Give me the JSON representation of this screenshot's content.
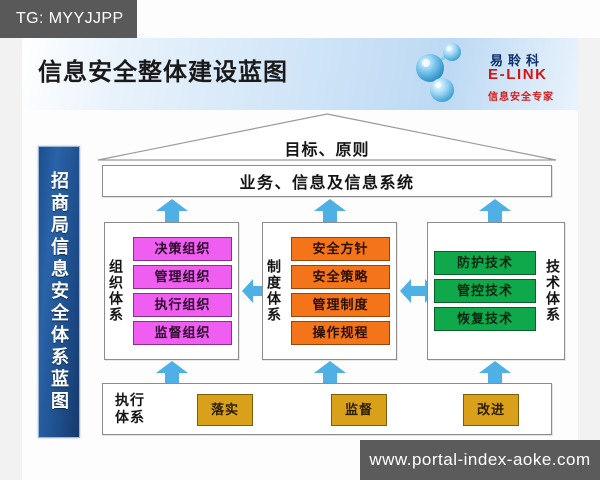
{
  "tg_tag": "TG: MYYJJPP",
  "header": {
    "title": "信息安全整体建设蓝图",
    "logo": {
      "name_cn": "易聆科",
      "name_en": "E-LINK",
      "tagline": "信息安全专家",
      "molecule_icon": "molecule-icon"
    }
  },
  "side_banner": {
    "text": "招商局信息安全体系蓝图"
  },
  "pediment": {
    "label": "目标、原则"
  },
  "architrave": {
    "label": "业务、信息及信息系统"
  },
  "pillars": [
    {
      "id": "org",
      "label": "组织体系",
      "label_side": "left",
      "color": "#ef5ef0",
      "border": "#8b2f8c",
      "items": [
        "决策组织",
        "管理组织",
        "执行组织",
        "监督组织"
      ]
    },
    {
      "id": "inst",
      "label": "制度体系",
      "label_side": "left",
      "color": "#f4741a",
      "border": "#9c4308",
      "items": [
        "安全方针",
        "安全策略",
        "管理制度",
        "操作规程"
      ]
    },
    {
      "id": "tech",
      "label": "技术体系",
      "label_side": "right",
      "color": "#0fa84b",
      "border": "#0a5e2b",
      "items": [
        "防护技术",
        "管控技术",
        "恢复技术"
      ]
    }
  ],
  "foundation": {
    "label": "执行\n体系",
    "label_line1": "执行",
    "label_line2": "体系",
    "items": [
      "落实",
      "监督",
      "改进"
    ],
    "color": "#d9a119"
  },
  "arrows": {
    "color": "#4fb0e6",
    "up_icon": "arrow-up-icon",
    "left_right_icon": "arrow-left-right-icon"
  },
  "watermark": "www.portal-index-aoke.com"
}
